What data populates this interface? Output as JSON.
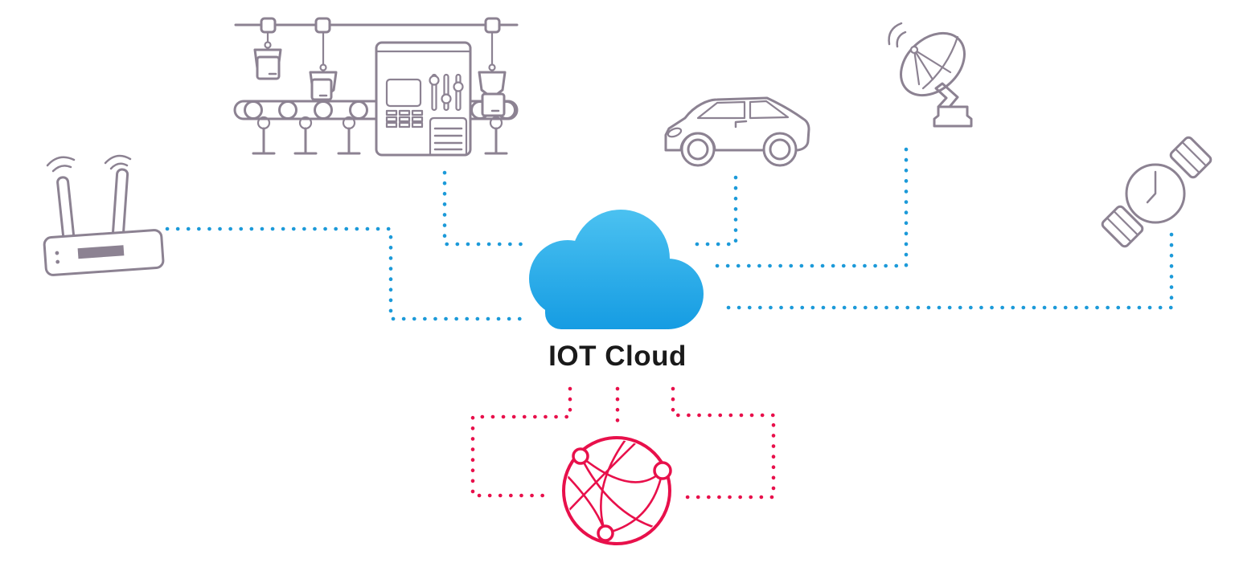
{
  "diagram": {
    "cloud_label": "IOT Cloud",
    "colors": {
      "background": "#ffffff",
      "device_outline": "#8c8292",
      "connector_blue": "#1c9ad9",
      "connector_red": "#e8104b",
      "cloud_gradient_top": "#4cc2f1",
      "cloud_gradient_bottom": "#149be2",
      "label_text": "#1a1a1a"
    },
    "devices": [
      {
        "id": "wifi-router",
        "icon": "wifi-router-icon",
        "connection": "blue-dotted",
        "connects_to": "iot-cloud"
      },
      {
        "id": "factory-conveyor",
        "icon": "factory-conveyor-icon",
        "connection": "blue-dotted",
        "connects_to": "iot-cloud"
      },
      {
        "id": "car",
        "icon": "car-icon",
        "connection": "blue-dotted",
        "connects_to": "iot-cloud"
      },
      {
        "id": "satellite-dish",
        "icon": "satellite-dish-icon",
        "connection": "blue-dotted",
        "connects_to": "iot-cloud"
      },
      {
        "id": "smartwatch",
        "icon": "smartwatch-icon",
        "connection": "blue-dotted",
        "connects_to": "iot-cloud"
      },
      {
        "id": "global-network",
        "icon": "global-network-icon",
        "connection": "red-dotted",
        "connects_to": "iot-cloud"
      }
    ]
  }
}
